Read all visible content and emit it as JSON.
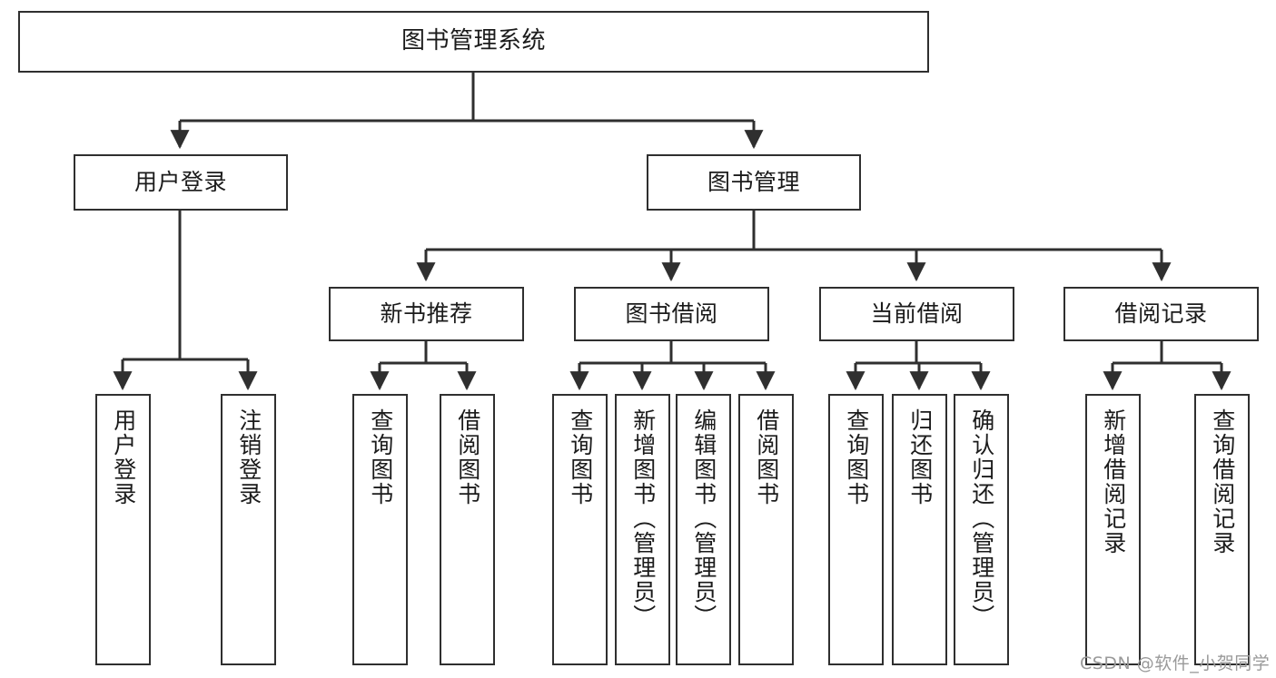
{
  "diagram": {
    "type": "tree-hierarchy-chart",
    "title": "图书管理系统",
    "stroke_color": "#2f2f2f",
    "background_color": "#ffffff",
    "text_color": "#1b1b1b",
    "levels": 4,
    "nodes": {
      "root": {
        "label": "图书管理系统"
      },
      "level2": [
        {
          "id": "user-login",
          "label": "用户登录"
        },
        {
          "id": "book-manage",
          "label": "图书管理"
        }
      ],
      "level3": [
        {
          "id": "new-book-recommend",
          "label": "新书推荐"
        },
        {
          "id": "book-borrow",
          "label": "图书借阅"
        },
        {
          "id": "current-borrow",
          "label": "当前借阅"
        },
        {
          "id": "borrow-record",
          "label": "借阅记录"
        }
      ],
      "leaves": {
        "user_login": [
          {
            "id": "leaf-user-login",
            "label": "用户登录"
          },
          {
            "id": "leaf-logout-login",
            "label": "注销登录"
          }
        ],
        "new_book_recommend": [
          {
            "id": "leaf-query-book-1",
            "label": "查询图书"
          },
          {
            "id": "leaf-borrow-book-1",
            "label": "借阅图书"
          }
        ],
        "book_borrow": [
          {
            "id": "leaf-query-book-2",
            "label": "查询图书"
          },
          {
            "id": "leaf-add-book",
            "label": "新增图书（管理员）"
          },
          {
            "id": "leaf-edit-book",
            "label": "编辑图书（管理员）"
          },
          {
            "id": "leaf-borrow-book-2",
            "label": "借阅图书"
          }
        ],
        "current_borrow": [
          {
            "id": "leaf-query-book-3",
            "label": "查询图书"
          },
          {
            "id": "leaf-return-book",
            "label": "归还图书"
          },
          {
            "id": "leaf-confirm-return",
            "label": "确认归还（管理员）"
          }
        ],
        "borrow_record": [
          {
            "id": "leaf-add-borrow-record",
            "label": "新增借阅记录"
          },
          {
            "id": "leaf-query-borrow-record",
            "label": "查询借阅记录"
          }
        ]
      }
    }
  },
  "watermark": {
    "text": "CSDN @软件_小贺同学",
    "color": "#9a9a9a"
  }
}
